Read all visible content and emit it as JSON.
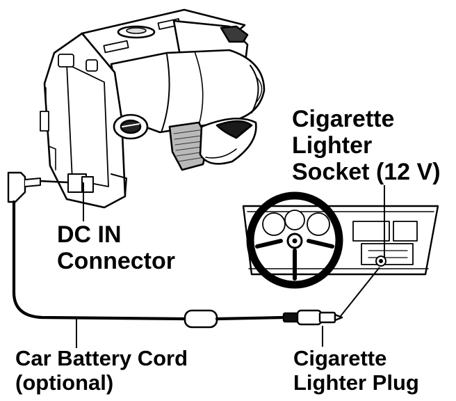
{
  "labels": {
    "socket": {
      "line1": "Cigarette",
      "line2": "Lighter",
      "line3": "Socket (12 V)"
    },
    "dc_in": {
      "line1": "DC IN",
      "line2": "Connector"
    },
    "cord": {
      "line1": "Car Battery Cord",
      "line2": "(optional)"
    },
    "plug": {
      "line1": "Cigarette",
      "line2": "Lighter Plug"
    }
  }
}
